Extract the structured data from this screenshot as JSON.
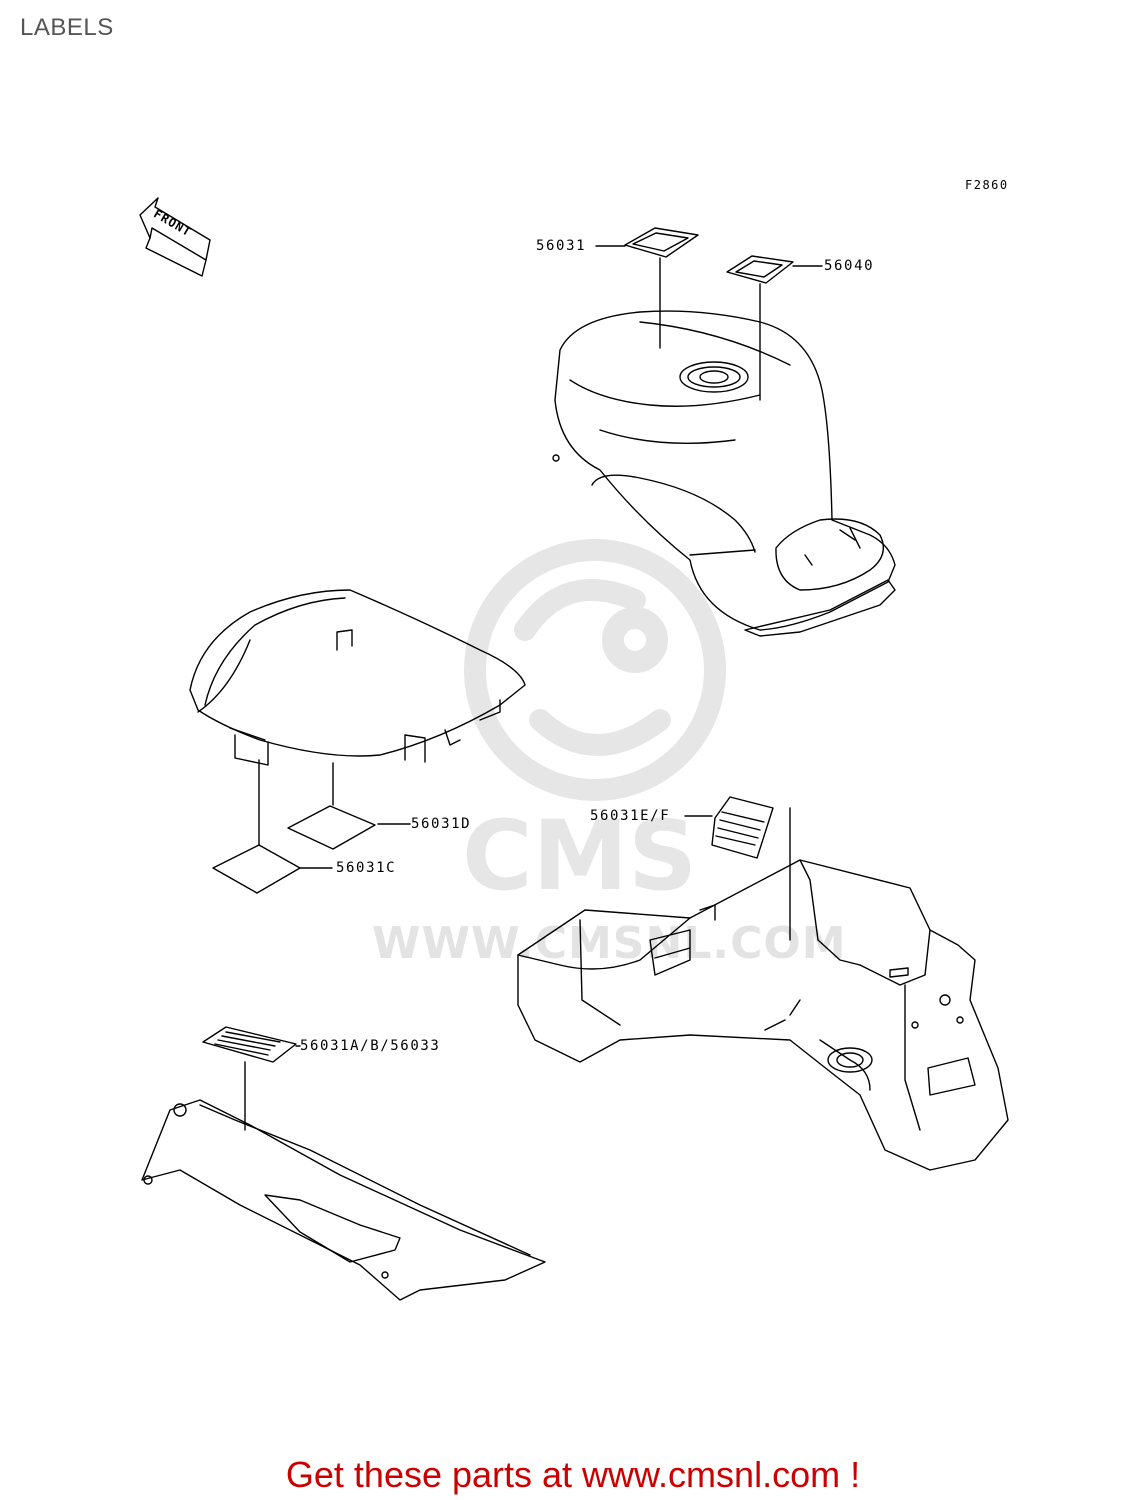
{
  "header": {
    "title": "LABELS"
  },
  "figure": {
    "code": "F2860"
  },
  "front_arrow": {
    "text": "FRONT"
  },
  "watermark": {
    "brand": "CMS",
    "url": "WWW.CMSNL.COM"
  },
  "parts": [
    {
      "number": "56031"
    },
    {
      "number": "56040"
    },
    {
      "number": "56031D"
    },
    {
      "number": "56031C"
    },
    {
      "number": "56031E/F"
    },
    {
      "number": "56031A/B/56033"
    }
  ],
  "footer": {
    "cta": "Get these parts at www.cmsnl.com !"
  },
  "colors": {
    "cta": "#cc0000",
    "title": "#555555",
    "watermark": "#e3e3e3"
  }
}
